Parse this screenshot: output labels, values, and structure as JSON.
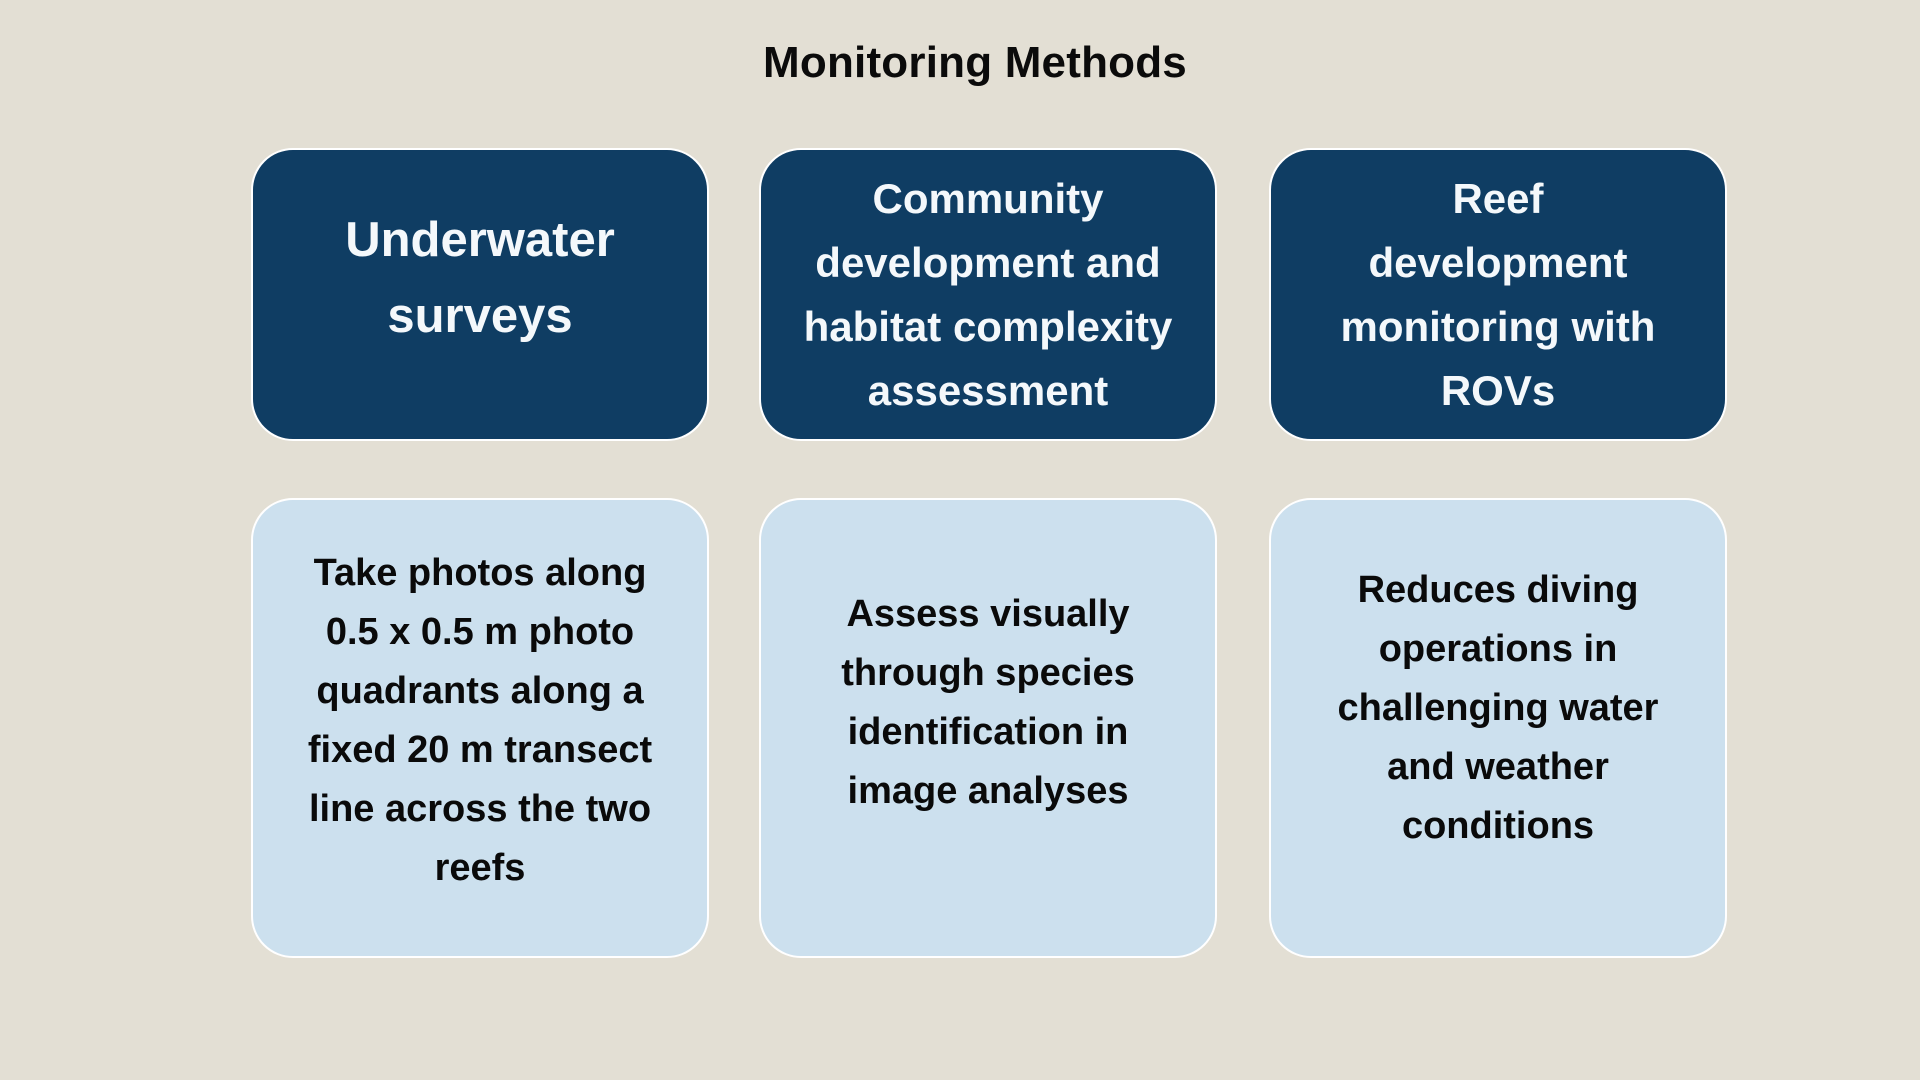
{
  "title": "Monitoring Methods",
  "colors": {
    "background": "#E3DFD4",
    "method_card": "#0F3D63",
    "description_card": "#CCE0EE",
    "card_border": "#FFFFFF"
  },
  "methods": [
    {
      "heading": "Underwater surveys",
      "description": "Take photos along 0.5 x 0.5 m photo quadrants along a fixed 20 m transect line across the two reefs"
    },
    {
      "heading": "Community development and habitat complexity assessment",
      "description": "Assess visually through species identification in image analyses"
    },
    {
      "heading": "Reef development monitoring with ROVs",
      "description": "Reduces diving operations in challenging water and weather conditions"
    }
  ]
}
